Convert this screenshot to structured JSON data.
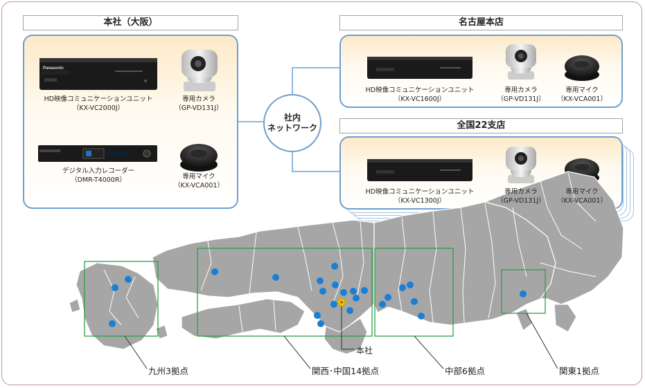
{
  "sites": {
    "hq": {
      "title": "本社（大阪）",
      "devices": [
        {
          "icon": "codec-unit-icon",
          "line1": "HD映像コミュニケーションユニット",
          "line2": "（KX-VC2000J）"
        },
        {
          "icon": "camera-icon",
          "line1": "専用カメラ",
          "line2": "（GP-VD131J）"
        },
        {
          "icon": "recorder-icon",
          "line1": "デジタル入力レコーダー",
          "line2": "（DMR-T4000R）"
        },
        {
          "icon": "microphone-icon",
          "line1": "専用マイク",
          "line2": "（KX-VCA001）"
        }
      ]
    },
    "nagoya": {
      "title": "名古屋本店",
      "devices": [
        {
          "icon": "codec-unit-icon",
          "line1": "HD映像コミュニケーションユニット",
          "line2": "（KX-VC1600J）"
        },
        {
          "icon": "camera-icon",
          "line1": "専用カメラ",
          "line2": "（GP-VD131J）"
        },
        {
          "icon": "microphone-icon",
          "line1": "専用マイク",
          "line2": "（KX-VCA001）"
        }
      ]
    },
    "branches": {
      "title": "全国22支店",
      "devices": [
        {
          "icon": "codec-unit-icon",
          "line1": "HD映像コミュニケーションユニット",
          "line2": "（KX-VC1300J）"
        },
        {
          "icon": "camera-icon",
          "line1": "専用カメラ",
          "line2": "（GP-VD131J）"
        },
        {
          "icon": "microphone-icon",
          "line1": "専用マイク",
          "line2": "（KX-VCA001）"
        }
      ]
    }
  },
  "hub": {
    "line1": "社内",
    "line2": "ネットワーク"
  },
  "brand": "Panasonic",
  "map": {
    "hq_marker_label": "本社",
    "regions": [
      {
        "label": "九州3拠点",
        "count": 3
      },
      {
        "label": "関西･中国14拠点",
        "count": 14
      },
      {
        "label": "中部6拠点",
        "count": 6
      },
      {
        "label": "関東1拠点",
        "count": 1
      }
    ]
  },
  "colors": {
    "frame": "#c48bb3",
    "panel_border": "#6d9fcf",
    "panel_fill": "#fde9c8",
    "region_box": "#2e9e48",
    "dot": "#1a7fd4",
    "hq_dot": "#f2c200",
    "land": "#a6a6a6"
  }
}
